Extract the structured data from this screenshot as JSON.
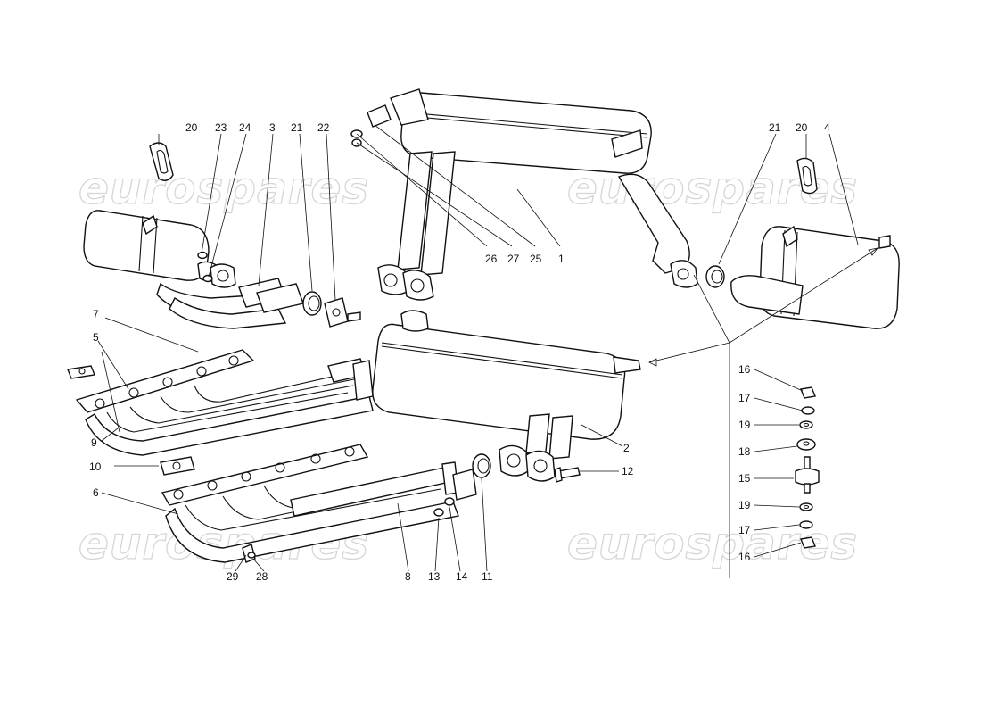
{
  "watermarks": [
    "eurospares",
    "eurospares",
    "eurospares",
    "eurospares"
  ],
  "callouts": {
    "c20a": "20",
    "c23": "23",
    "c24": "24",
    "c3": "3",
    "c21a": "21",
    "c22": "22",
    "c26": "26",
    "c27": "27",
    "c25": "25",
    "c1": "1",
    "c21b": "21",
    "c20b": "20",
    "c4": "4",
    "c7": "7",
    "c5": "5",
    "c9": "9",
    "c10": "10",
    "c6": "6",
    "c29": "29",
    "c28": "28",
    "c8": "8",
    "c13": "13",
    "c14": "14",
    "c11": "11",
    "c12": "12",
    "c2": "2",
    "c16a": "16",
    "c17a": "17",
    "c19a": "19",
    "c18": "18",
    "c15": "15",
    "c19b": "19",
    "c17b": "17",
    "c16b": "16"
  },
  "colors": {
    "line": "#111111",
    "watermark": "#d6d6d6",
    "background": "#ffffff"
  }
}
